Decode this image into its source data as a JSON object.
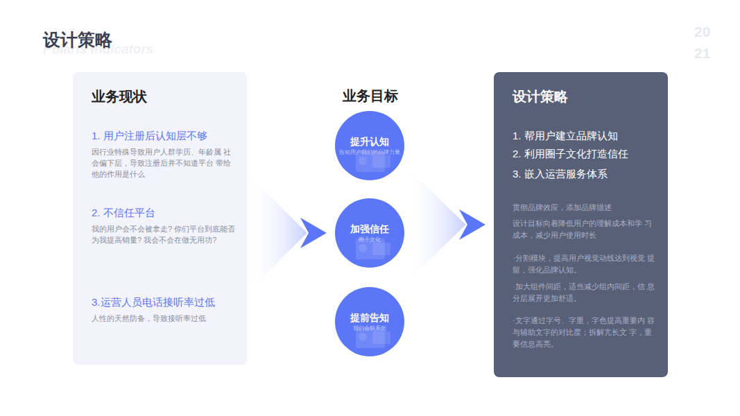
{
  "diagram": {
    "title": "设计策略",
    "nodes": [
      {
        "text": [
          "业务现状",
          "1. 用户注册后认知层不够",
          "因行业特殊导致用户人群学历、年龄属 社会偏下层，导致注册后并不知道平台 带给他的作用是什么",
          "2. 不信任平台",
          "我的用户会不会被拿走? 你们平台到底能否为我提高销量? 我会不会在做无用功?",
          "3.运营人员电话接听率过低",
          "人性的天然防备，导致接听率过低"
        ]
      },
      {
        "text": [
          "提升认知",
          "告知用户我们的品牌力量"
        ]
      },
      {
        "text": [
          "加强信任",
          "圈子文化"
        ]
      },
      {
        "text": [
          "提前告知",
          "我们会联系您"
        ]
      },
      {
        "text": [
          "设计策略",
          "1. 帮用户建立品牌认知",
          "2. 利用圈子文化打造信任",
          "3. 嵌入运营服务体系",
          "贯彻品牌效应，添加品牌描述",
          "设计目标向着降低用户的理解成本和学 习成本，减少用户使用时长",
          "·分割模块，提高用户视觉动线达到视觉 提留，强化品牌认知。",
          "·加大组件间距，适当减少组内间距，信 息分层展开更加舒适。",
          "·文字通过字号、字重，字色提高重要内 容与辅助文字的对比度；拆解亢长文 字，重要信息高亮。"
        ]
      }
    ],
    "edges": [
      {
        "from": 0,
        "to": 2,
        "arrow": "to"
      },
      {
        "from": 2,
        "to": 4,
        "arrow": "to"
      }
    ],
    "labels": [
      "Polaris Indicators",
      "20",
      "21",
      "业务目标"
    ]
  }
}
